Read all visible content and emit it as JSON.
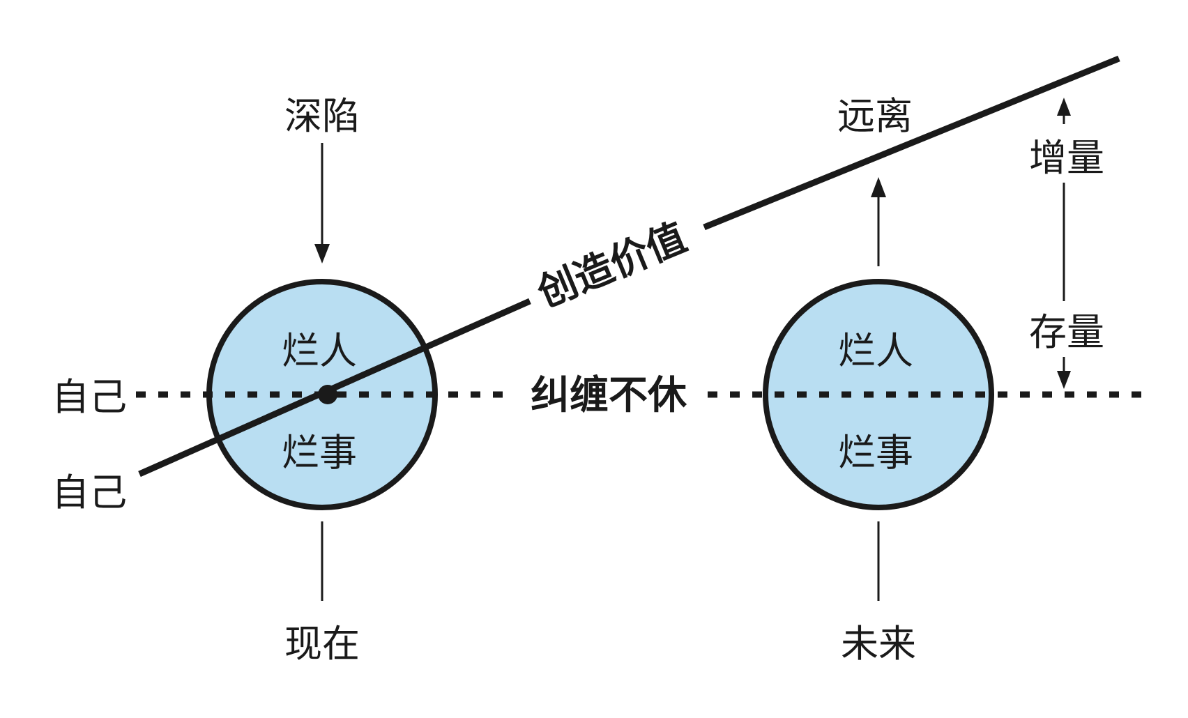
{
  "labels": {
    "deep_fall": "深陷",
    "move_away": "远离",
    "increment": "增量",
    "stock": "存量",
    "self_dotted": "自己",
    "self_line": "自己",
    "create_value": "创造价值",
    "entangle": "纠缠不休",
    "present": "现在",
    "future": "未来"
  },
  "circles": [
    {
      "top": "烂人",
      "bottom": "烂事"
    },
    {
      "top": "烂人",
      "bottom": "烂事"
    }
  ],
  "colors": {
    "circle_fill": "#b9def2",
    "ink": "#1a1a1a",
    "background": "#ffffff"
  }
}
